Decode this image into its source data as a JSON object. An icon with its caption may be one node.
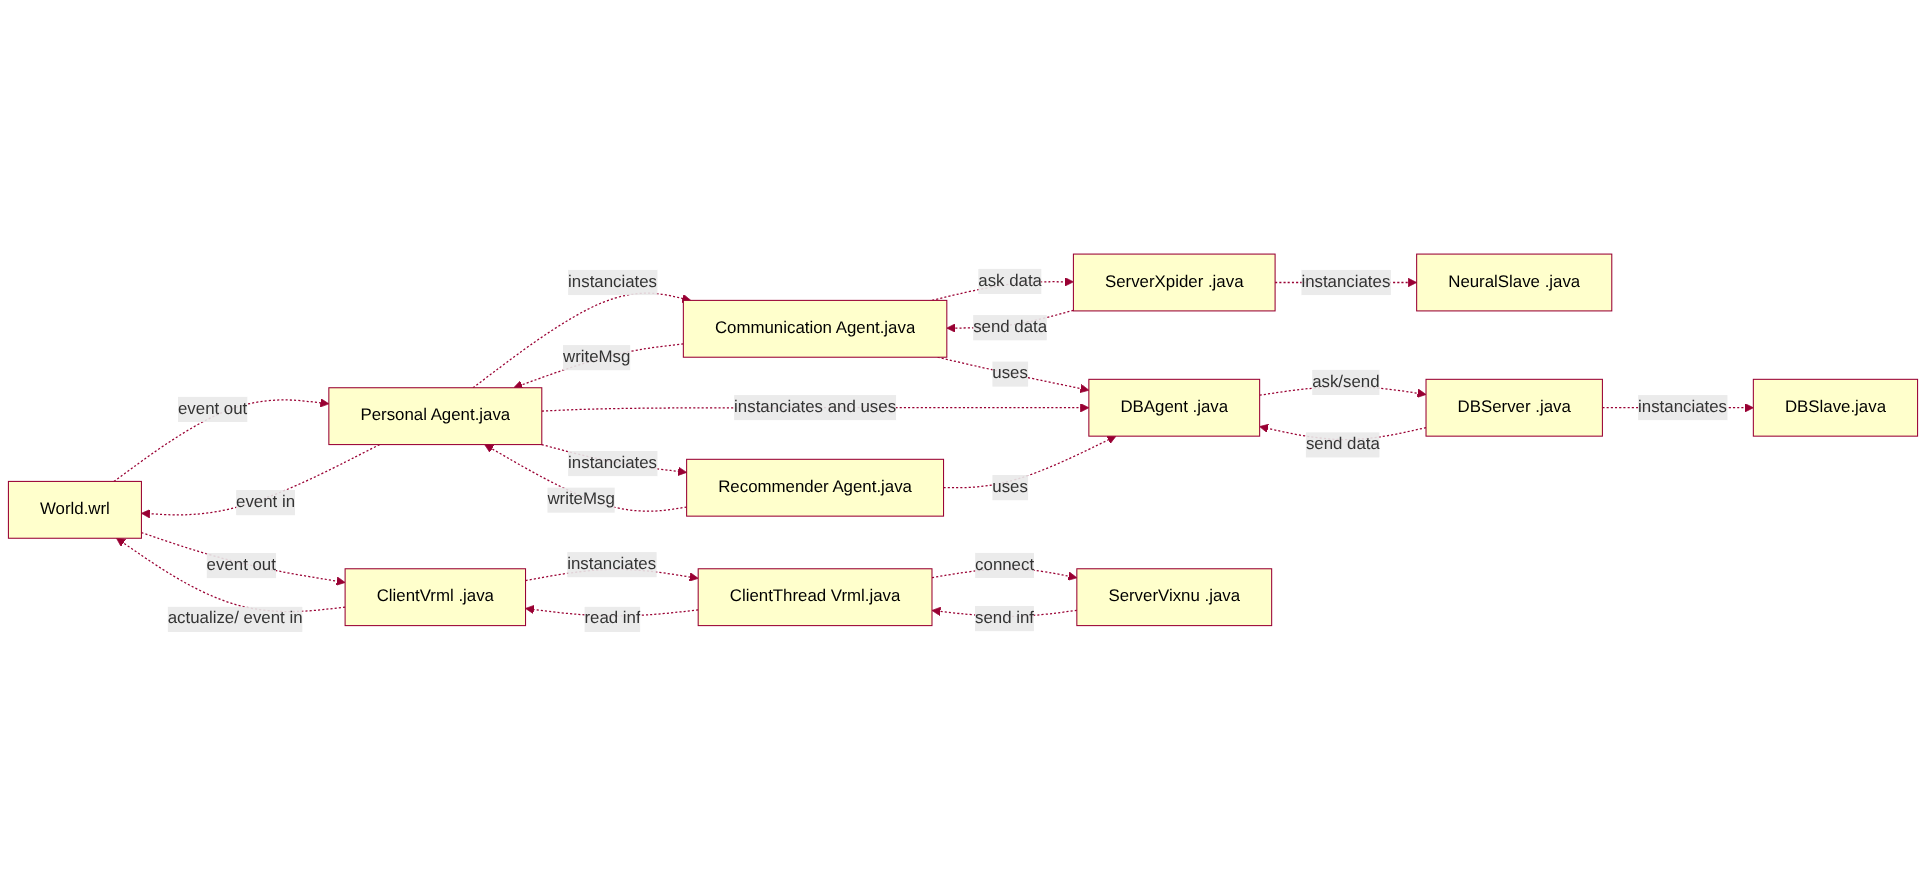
{
  "diagram": {
    "nodes": [
      {
        "text": [
          "World.wrl"
        ]
      },
      {
        "text": [
          "Personal Agent.java"
        ]
      },
      {
        "text": [
          "Communication Agent.java"
        ]
      },
      {
        "text": [
          "ServerXpider .java"
        ]
      },
      {
        "text": [
          "ClientVrml .java"
        ]
      },
      {
        "text": [
          "Recommender Agent.java"
        ]
      },
      {
        "text": [
          "DBAgent .java"
        ]
      },
      {
        "text": [
          "NeuralSlave .java"
        ]
      },
      {
        "text": [
          "ClientThread Vrml.java"
        ]
      },
      {
        "text": [
          "ServerVixnu .java"
        ]
      },
      {
        "text": [
          "DBServer .java"
        ]
      },
      {
        "text": [
          "DBSlave.java"
        ]
      }
    ],
    "edges": [
      {
        "from": 0,
        "to": 1,
        "arrow": "to",
        "label": "event out",
        "style": "dashed"
      },
      {
        "from": 1,
        "to": 0,
        "arrow": "to",
        "label": "event in",
        "style": "dashed"
      },
      {
        "from": 1,
        "to": 2,
        "arrow": "to",
        "label": "instanciates",
        "style": "dashed"
      },
      {
        "from": 2,
        "to": 1,
        "arrow": "to",
        "label": "writeMsg",
        "style": "dashed"
      },
      {
        "from": 2,
        "to": 3,
        "arrow": "to",
        "label": "ask data",
        "style": "dashed"
      },
      {
        "from": 3,
        "to": 2,
        "arrow": "to",
        "label": "send data",
        "style": "dashed"
      },
      {
        "from": 3,
        "to": 7,
        "arrow": "to",
        "label": "instanciates",
        "style": "dashed"
      },
      {
        "from": 2,
        "to": 6,
        "arrow": "to",
        "label": "uses",
        "style": "dashed"
      },
      {
        "from": 1,
        "to": 6,
        "arrow": "to",
        "label": "instanciates and uses",
        "style": "dashed"
      },
      {
        "from": 1,
        "to": 5,
        "arrow": "to",
        "label": "instanciates",
        "style": "dashed"
      },
      {
        "from": 5,
        "to": 1,
        "arrow": "to",
        "label": "writeMsg",
        "style": "dashed"
      },
      {
        "from": 5,
        "to": 6,
        "arrow": "to",
        "label": "uses",
        "style": "dashed"
      },
      {
        "from": 4,
        "to": 0,
        "arrow": "to",
        "label": "actualize/ event in",
        "style": "dashed"
      },
      {
        "from": 0,
        "to": 4,
        "arrow": "to",
        "label": "event out",
        "style": "dashed"
      },
      {
        "from": 4,
        "to": 8,
        "arrow": "to",
        "label": "instanciates",
        "style": "dashed"
      },
      {
        "from": 8,
        "to": 4,
        "arrow": "to",
        "label": "read inf",
        "style": "dashed"
      },
      {
        "from": 8,
        "to": 9,
        "arrow": "to",
        "label": "connect",
        "style": "dashed"
      },
      {
        "from": 9,
        "to": 8,
        "arrow": "to",
        "label": "send inf",
        "style": "dashed"
      },
      {
        "from": 6,
        "to": 10,
        "arrow": "to",
        "label": "ask/send",
        "style": "dashed"
      },
      {
        "from": 10,
        "to": 6,
        "arrow": "to",
        "label": "send data",
        "style": "dashed"
      },
      {
        "from": 10,
        "to": 11,
        "arrow": "to",
        "label": "instanciates",
        "style": "dashed"
      }
    ]
  }
}
